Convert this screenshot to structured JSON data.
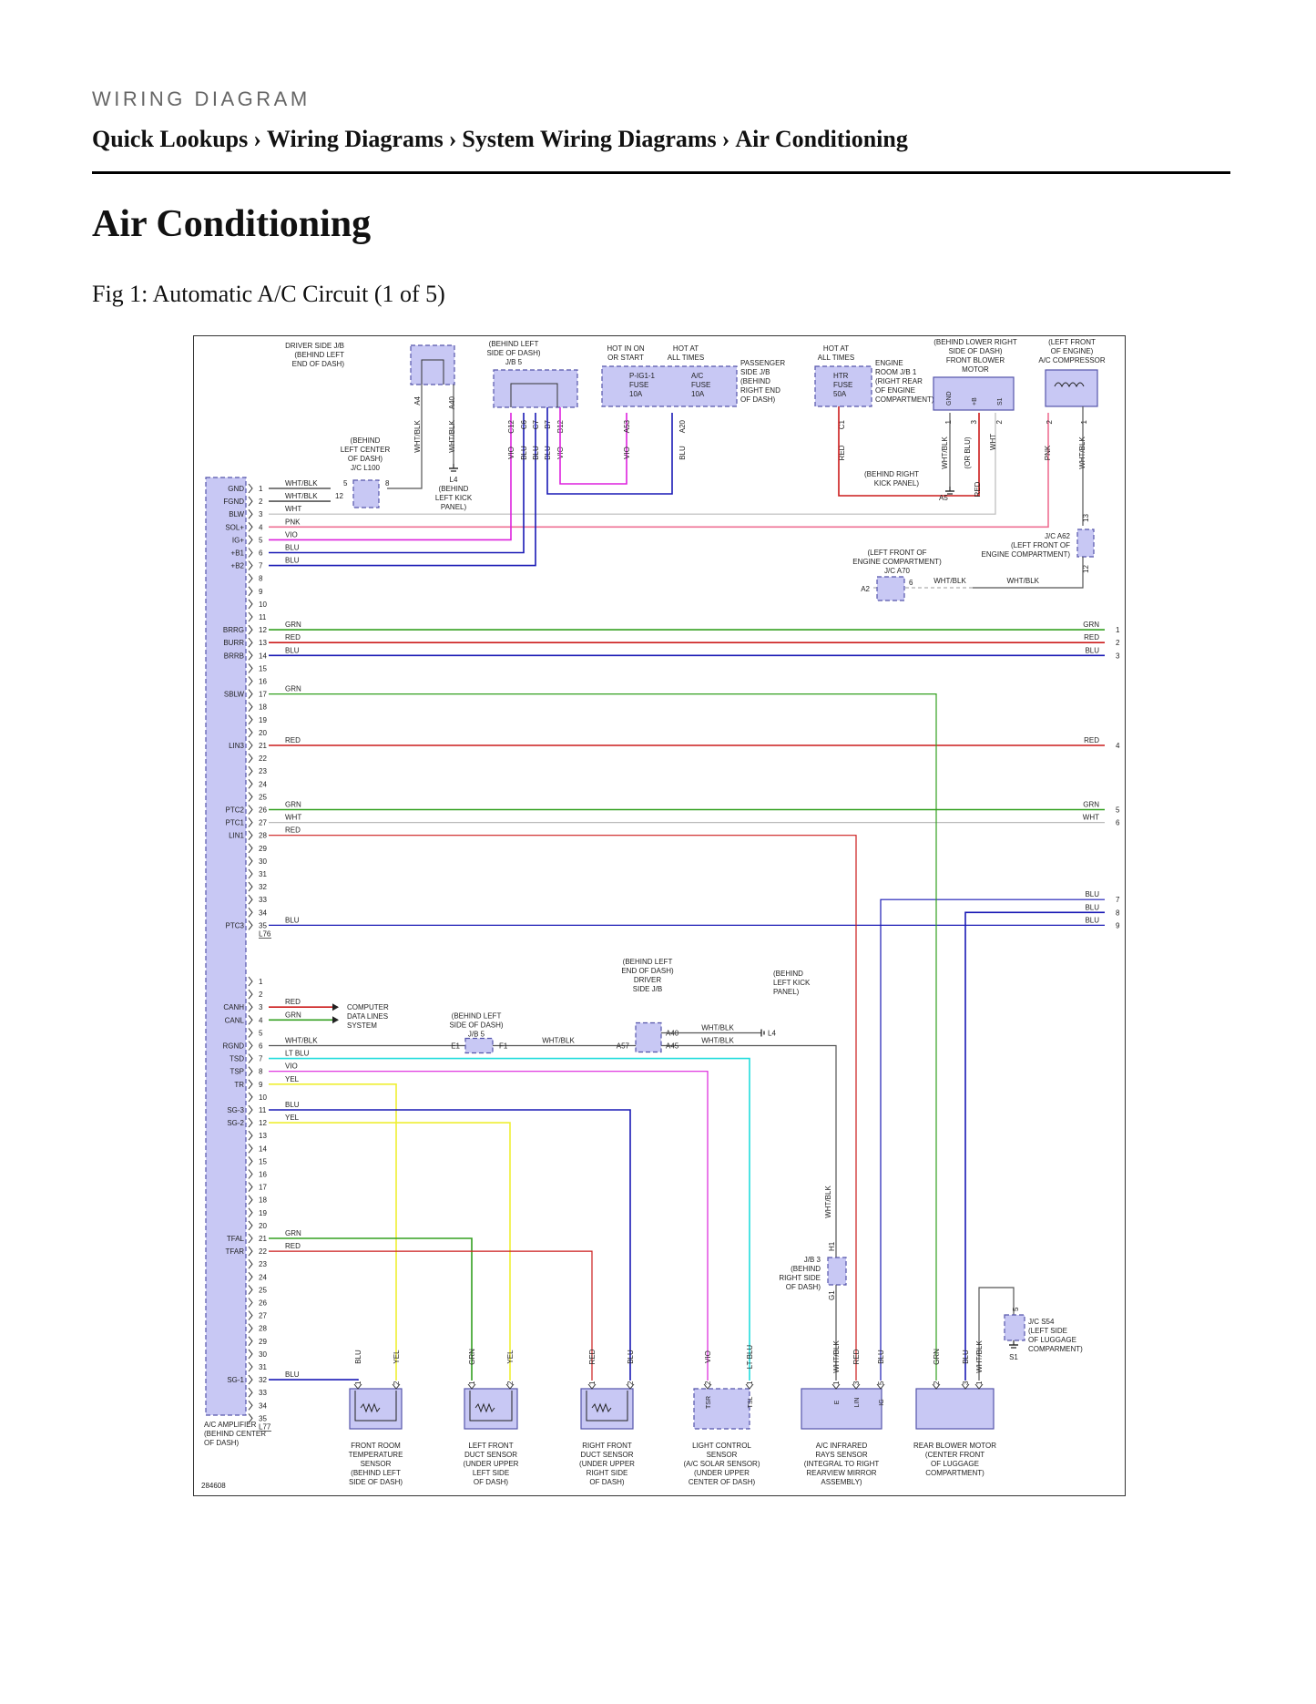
{
  "header": {
    "section_label": "WIRING DIAGRAM",
    "breadcrumb": [
      "Quick Lookups",
      "Wiring Diagrams",
      "System Wiring Diagrams",
      "Air Conditioning"
    ],
    "separator": "›"
  },
  "page_title": "Air Conditioning",
  "figure_caption": "Fig 1: Automatic A/C Circuit (1 of 5)",
  "diagram": {
    "figure_id": "284608",
    "colors": {
      "WHT": "#bbbbbb",
      "WHT/BLK": "#555555",
      "PNK": "#ee6f93",
      "VIO": "#dd22dd",
      "BLU": "#1a1ab5",
      "GRN": "#33a020",
      "RED": "#cc1c1c",
      "YEL": "#efef33",
      "LT BLU": "#22dddd",
      "component_fill": "#c8c8f4",
      "component_stroke": "#5555aa"
    },
    "amplifier": {
      "label": [
        "A/C AMPLIFIER",
        "(BEHIND CENTER",
        "OF DASH)"
      ],
      "connector_a_end": "L76",
      "connector_b_end": "L77",
      "pins_a": [
        {
          "pin": "1",
          "sig": "GND",
          "wire": "WHT/BLK"
        },
        {
          "pin": "2",
          "sig": "FGND",
          "wire": "WHT/BLK"
        },
        {
          "pin": "3",
          "sig": "BLW",
          "wire": "WHT"
        },
        {
          "pin": "4",
          "sig": "SOL+",
          "wire": "PNK"
        },
        {
          "pin": "5",
          "sig": "IG+",
          "wire": "VIO"
        },
        {
          "pin": "6",
          "sig": "+B1",
          "wire": "BLU"
        },
        {
          "pin": "7",
          "sig": "+B2",
          "wire": "BLU"
        },
        {
          "pin": "8",
          "sig": "",
          "wire": ""
        },
        {
          "pin": "9",
          "sig": "",
          "wire": ""
        },
        {
          "pin": "10",
          "sig": "",
          "wire": ""
        },
        {
          "pin": "11",
          "sig": "",
          "wire": ""
        },
        {
          "pin": "12",
          "sig": "BRRG",
          "wire": "GRN"
        },
        {
          "pin": "13",
          "sig": "BURR",
          "wire": "RED"
        },
        {
          "pin": "14",
          "sig": "BRRB",
          "wire": "BLU"
        },
        {
          "pin": "15",
          "sig": "",
          "wire": ""
        },
        {
          "pin": "16",
          "sig": "",
          "wire": ""
        },
        {
          "pin": "17",
          "sig": "SBLW",
          "wire": "GRN"
        },
        {
          "pin": "18",
          "sig": "",
          "wire": ""
        },
        {
          "pin": "19",
          "sig": "",
          "wire": ""
        },
        {
          "pin": "20",
          "sig": "",
          "wire": ""
        },
        {
          "pin": "21",
          "sig": "LIN3",
          "wire": "RED"
        },
        {
          "pin": "22",
          "sig": "",
          "wire": ""
        },
        {
          "pin": "23",
          "sig": "",
          "wire": ""
        },
        {
          "pin": "24",
          "sig": "",
          "wire": ""
        },
        {
          "pin": "25",
          "sig": "",
          "wire": ""
        },
        {
          "pin": "26",
          "sig": "PTC2",
          "wire": "GRN"
        },
        {
          "pin": "27",
          "sig": "PTC1",
          "wire": "WHT"
        },
        {
          "pin": "28",
          "sig": "LIN1",
          "wire": "RED"
        },
        {
          "pin": "29",
          "sig": "",
          "wire": ""
        },
        {
          "pin": "30",
          "sig": "",
          "wire": ""
        },
        {
          "pin": "31",
          "sig": "",
          "wire": ""
        },
        {
          "pin": "32",
          "sig": "",
          "wire": ""
        },
        {
          "pin": "33",
          "sig": "",
          "wire": ""
        },
        {
          "pin": "34",
          "sig": "",
          "wire": ""
        },
        {
          "pin": "35",
          "sig": "PTC3",
          "wire": "BLU"
        }
      ],
      "pins_b": [
        {
          "pin": "1",
          "sig": "",
          "wire": ""
        },
        {
          "pin": "2",
          "sig": "",
          "wire": ""
        },
        {
          "pin": "3",
          "sig": "CANH",
          "wire": "RED"
        },
        {
          "pin": "4",
          "sig": "CANL",
          "wire": "GRN"
        },
        {
          "pin": "5",
          "sig": "",
          "wire": ""
        },
        {
          "pin": "6",
          "sig": "RGND",
          "wire": "WHT/BLK"
        },
        {
          "pin": "7",
          "sig": "TSD",
          "wire": "LT BLU"
        },
        {
          "pin": "8",
          "sig": "TSP",
          "wire": "VIO"
        },
        {
          "pin": "9",
          "sig": "TR",
          "wire": "YEL"
        },
        {
          "pin": "10",
          "sig": "",
          "wire": ""
        },
        {
          "pin": "11",
          "sig": "SG-3",
          "wire": "BLU"
        },
        {
          "pin": "12",
          "sig": "SG-2",
          "wire": "YEL"
        },
        {
          "pin": "13",
          "sig": "",
          "wire": ""
        },
        {
          "pin": "14",
          "sig": "",
          "wire": ""
        },
        {
          "pin": "15",
          "sig": "",
          "wire": ""
        },
        {
          "pin": "16",
          "sig": "",
          "wire": ""
        },
        {
          "pin": "17",
          "sig": "",
          "wire": ""
        },
        {
          "pin": "18",
          "sig": "",
          "wire": ""
        },
        {
          "pin": "19",
          "sig": "",
          "wire": ""
        },
        {
          "pin": "20",
          "sig": "",
          "wire": ""
        },
        {
          "pin": "21",
          "sig": "TFAL",
          "wire": "GRN"
        },
        {
          "pin": "22",
          "sig": "TFAR",
          "wire": "RED"
        },
        {
          "pin": "23",
          "sig": "",
          "wire": ""
        },
        {
          "pin": "24",
          "sig": "",
          "wire": ""
        },
        {
          "pin": "25",
          "sig": "",
          "wire": ""
        },
        {
          "pin": "26",
          "sig": "",
          "wire": ""
        },
        {
          "pin": "27",
          "sig": "",
          "wire": ""
        },
        {
          "pin": "28",
          "sig": "",
          "wire": ""
        },
        {
          "pin": "29",
          "sig": "",
          "wire": ""
        },
        {
          "pin": "30",
          "sig": "",
          "wire": ""
        },
        {
          "pin": "31",
          "sig": "",
          "wire": ""
        },
        {
          "pin": "32",
          "sig": "SG-1",
          "wire": "BLU"
        },
        {
          "pin": "33",
          "sig": "",
          "wire": ""
        },
        {
          "pin": "34",
          "sig": "",
          "wire": ""
        },
        {
          "pin": "35",
          "sig": "",
          "wire": ""
        }
      ]
    },
    "offpage_refs": [
      {
        "num": "1",
        "wire": "GRN"
      },
      {
        "num": "2",
        "wire": "RED"
      },
      {
        "num": "3",
        "wire": "BLU"
      },
      {
        "num": "4",
        "wire": "RED"
      },
      {
        "num": "5",
        "wire": "GRN"
      },
      {
        "num": "6",
        "wire": "WHT"
      },
      {
        "num": "7",
        "wire": "BLU"
      },
      {
        "num": "8",
        "wire": "BLU"
      },
      {
        "num": "9",
        "wire": "BLU"
      }
    ],
    "top_components": {
      "driver_jb": {
        "label": [
          "DRIVER SIDE J/B",
          "(BEHIND LEFT",
          "END OF DASH)"
        ],
        "pins": [
          "A4",
          "A40"
        ],
        "wires": [
          "WHT/BLK",
          "WHT/BLK"
        ]
      },
      "jb5_top": {
        "label": [
          "(BEHIND LEFT",
          "SIDE OF DASH)",
          "J/B 5"
        ],
        "pins": [
          "C12",
          "C6",
          "C7",
          "B7",
          "B12"
        ],
        "wires": [
          "VIO",
          "BLU",
          "BLU",
          "BLU",
          "VIO"
        ]
      },
      "passenger_jb": {
        "label": [
          "PASSENGER",
          "SIDE J/B",
          "(BEHIND",
          "RIGHT END",
          "OF DASH)"
        ],
        "hot_in_on": [
          "HOT IN ON",
          "OR START"
        ],
        "hot_at_all": [
          "HOT AT",
          "ALL TIMES"
        ],
        "fuse1": [
          "P-IG1-1",
          "FUSE",
          "10A"
        ],
        "fuse2": [
          "A/C",
          "FUSE",
          "10A"
        ],
        "pins": [
          "A53",
          "A20"
        ],
        "wires": [
          "VIO",
          "BLU"
        ]
      },
      "engine_jb": {
        "hot": [
          "HOT AT",
          "ALL TIMES"
        ],
        "fuse": [
          "HTR",
          "FUSE",
          "50A"
        ],
        "label": [
          "ENGINE",
          "ROOM J/B 1",
          "(RIGHT REAR",
          "OF ENGINE",
          "COMPARTMENT)"
        ],
        "pin": "C1",
        "wire": "RED"
      },
      "front_blower": {
        "label": [
          "(BEHIND LOWER RIGHT",
          "SIDE OF DASH)",
          "FRONT BLOWER",
          "MOTOR"
        ],
        "terms": [
          "GND",
          "+B",
          "S1"
        ],
        "pins": [
          "1",
          "3",
          "2"
        ],
        "wires": [
          "WHT/BLK",
          "(OR BLU)",
          "RED",
          "WHT"
        ]
      },
      "compressor": {
        "label": [
          "(LEFT FRONT",
          "OF ENGINE)",
          "A/C COMPRESSOR"
        ],
        "pins": [
          "2",
          "1"
        ],
        "wires": [
          "PNK",
          "WHT/BLK"
        ]
      },
      "jc_l100": {
        "label": [
          "(BEHIND",
          "LEFT CENTER",
          "OF DASH)",
          "J/C L100"
        ],
        "pins": [
          "5",
          "8",
          "12"
        ]
      },
      "l4_ground": {
        "label": [
          "L4",
          "(BEHIND",
          "LEFT KICK",
          "PANEL)"
        ]
      },
      "a5_ground": {
        "label": [
          "(BEHIND RIGHT",
          "KICK PANEL)"
        ],
        "ref": "A5"
      },
      "jc_a62": {
        "label": [
          "J/C A62",
          "(LEFT FRONT OF",
          "ENGINE COMPARTMENT)"
        ],
        "pins": [
          "13",
          "12"
        ]
      },
      "jc_a70": {
        "label": [
          "(LEFT FRONT OF",
          "ENGINE COMPARTMENT)",
          "J/C A70"
        ],
        "ref": "A2",
        "pin": "6",
        "wire": "WHT/BLK"
      }
    },
    "mid_components": {
      "computer_data_lines": [
        "COMPUTER",
        "DATA LINES",
        "SYSTEM"
      ],
      "jb5_mid": {
        "label": [
          "(BEHIND LEFT",
          "SIDE OF DASH)",
          "J/B 5"
        ],
        "pins": [
          "E1",
          "F1"
        ]
      },
      "driver_jb_mid": {
        "label": [
          "(BEHIND LEFT",
          "END OF DASH)",
          "DRIVER",
          "SIDE J/B"
        ],
        "pins": [
          "A57",
          "A40",
          "A45"
        ]
      },
      "l4_mid": {
        "label": [
          "(BEHIND",
          "LEFT KICK",
          "PANEL)"
        ],
        "ref": "L4"
      },
      "jb3": {
        "label": [
          "J/B 3",
          "(BEHIND",
          "RIGHT SIDE",
          "OF DASH)"
        ],
        "pins": [
          "H1",
          "G1"
        ]
      },
      "jc_s54": {
        "label": [
          "J/C S54",
          "(LEFT SIDE",
          "OF LUGGAGE",
          "COMPARMENT)"
        ],
        "pins": [
          "5",
          "S1"
        ]
      }
    },
    "bottom_components": [
      {
        "label": [
          "FRONT ROOM",
          "TEMPERATURE",
          "SENSOR",
          "(BEHIND LEFT",
          "SIDE OF DASH)"
        ],
        "pins": [
          "1",
          "2"
        ],
        "wires": [
          "BLU",
          "YEL"
        ]
      },
      {
        "label": [
          "LEFT FRONT",
          "DUCT SENSOR",
          "(UNDER UPPER",
          "LEFT SIDE",
          "OF DASH)"
        ],
        "pins": [
          "1",
          "2"
        ],
        "wires": [
          "GRN",
          "YEL"
        ]
      },
      {
        "label": [
          "RIGHT FRONT",
          "DUCT SENSOR",
          "(UNDER UPPER",
          "RIGHT SIDE",
          "OF DASH)"
        ],
        "pins": [
          "1",
          "2"
        ],
        "wires": [
          "RED",
          "BLU"
        ]
      },
      {
        "label": [
          "LIGHT CONTROL",
          "SENSOR",
          "(A/C SOLAR SENSOR)",
          "(UNDER UPPER",
          "CENTER OF DASH)"
        ],
        "pins": [
          "2",
          "1"
        ],
        "wires": [
          "VIO",
          "LT BLU"
        ],
        "terms": [
          "TSR",
          "TSL"
        ]
      },
      {
        "label": [
          "A/C INFRARED",
          "RAYS SENSOR",
          "(INTEGRAL TO RIGHT",
          "REARVIEW MIRROR",
          "ASSEMBLY)"
        ],
        "pins": [
          "1",
          "3",
          "5"
        ],
        "wires": [
          "WHT/BLK",
          "RED",
          "BLU"
        ],
        "terms": [
          "E",
          "LIN",
          "IG"
        ]
      },
      {
        "label": [
          "REAR BLOWER MOTOR",
          "(CENTER FRONT",
          "OF LUGGAGE",
          "COMPARTMENT)"
        ],
        "pins": [
          "2",
          "3",
          "1"
        ],
        "wires": [
          "GRN",
          "BLU",
          "WHT/BLK"
        ]
      }
    ]
  }
}
